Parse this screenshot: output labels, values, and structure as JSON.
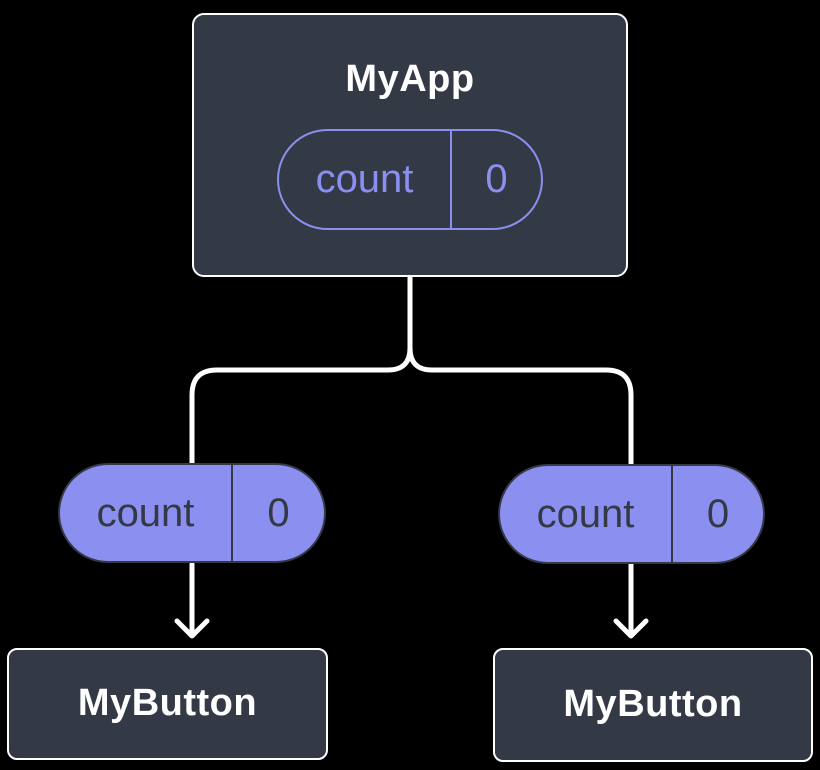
{
  "diagram": {
    "colors": {
      "background": "#000000",
      "node-bg": "#343946",
      "node-border": "#ffffff",
      "node-text": "#ffffff",
      "accent-purple": "#8a8ff0",
      "pill-dark-text": "#343946",
      "connector": "#ffffff"
    },
    "root": {
      "title": "MyApp",
      "state": {
        "label": "count",
        "value": "0"
      }
    },
    "children": [
      {
        "title": "MyButton",
        "prop": {
          "label": "count",
          "value": "0"
        }
      },
      {
        "title": "MyButton",
        "prop": {
          "label": "count",
          "value": "0"
        }
      }
    ]
  }
}
